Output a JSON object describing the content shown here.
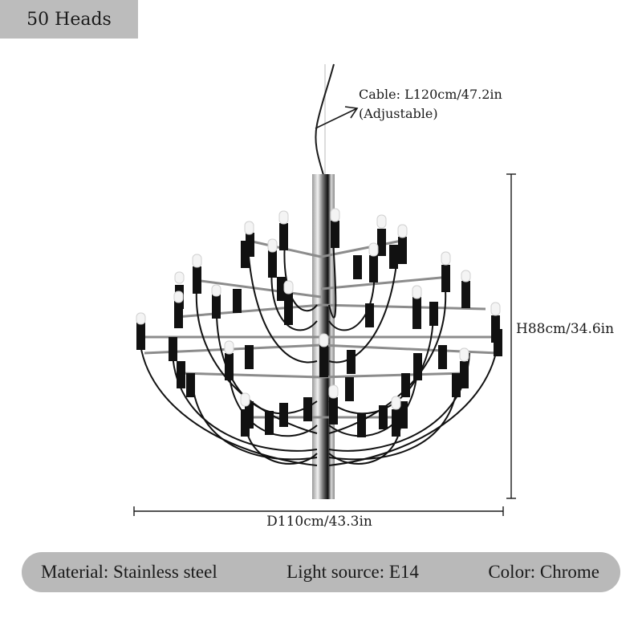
{
  "badge": {
    "label": "50 Heads"
  },
  "product": {
    "name": "chandelier",
    "heads": 50,
    "finish_color": "#c8c8c8",
    "socket_color": "#111111"
  },
  "dimensions": {
    "cable": {
      "line1": "Cable: L120cm/47.2in",
      "line2": "(Adjustable)"
    },
    "height": "H88cm/34.6in",
    "diameter": "D110cm/43.3in"
  },
  "specs": {
    "material": "Material: Stainless steel",
    "light_source": "Light source: E14",
    "color": "Color: Chrome"
  },
  "colors": {
    "badge_bg": "#bcbcbc",
    "spec_bar_bg": "#b9b9b9",
    "line": "#222222"
  }
}
